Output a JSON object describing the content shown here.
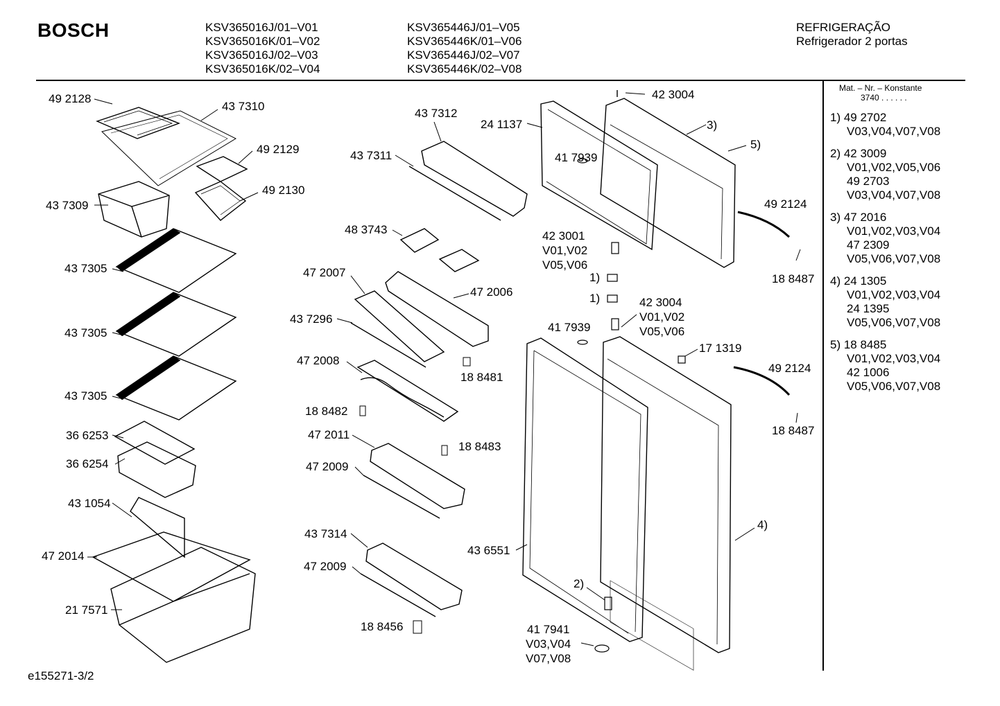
{
  "header": {
    "brand": "BOSCH",
    "models_col1": [
      "KSV365016J/01–V01",
      "KSV365016K/01–V02",
      "KSV365016J/02–V03",
      "KSV365016K/02–V04"
    ],
    "models_col2": [
      "KSV365446J/01–V05",
      "KSV365446K/01–V06",
      "KSV365446J/02–V07",
      "KSV365446K/02–V08"
    ],
    "category": "REFRIGERAÇÃO",
    "subcategory": "Refrigerador 2 portas"
  },
  "sidebar": {
    "header_line1": "Mat. – Nr. – Konstante",
    "header_line2": "3740  .  .  .  .  .  .",
    "groups": [
      {
        "lines": [
          "1) 49 2702",
          "V03,V04,V07,V08"
        ]
      },
      {
        "lines": [
          "2) 42 3009",
          "V01,V02,V05,V06",
          "49 2703",
          "V03,V04,V07,V08"
        ]
      },
      {
        "lines": [
          "3) 47 2016",
          "V01,V02,V03,V04",
          "47 2309",
          "V05,V06,V07,V08"
        ]
      },
      {
        "lines": [
          "4) 24 1305",
          "V01,V02,V03,V04",
          "24 1395",
          "V05,V06,V07,V08"
        ]
      },
      {
        "lines": [
          "5) 18 8485",
          "V01,V02,V03,V04",
          "42 1006",
          "V05,V06,V07,V08"
        ]
      }
    ]
  },
  "labels": [
    "49 2128",
    "43 7310",
    "49 2129",
    "49 2130",
    "43 7309",
    "43 7305",
    "43 7305",
    "43 7305",
    "36 6253",
    "36 6254",
    "43 1054",
    "47 2014",
    "21 7571",
    "43 7312",
    "43 7311",
    "48 3743",
    "47 2007",
    "47 2006",
    "43 7296",
    "47 2008",
    "18 8481",
    "18 8482",
    "47 2011",
    "18 8483",
    "47 2009",
    "43 7314",
    "47 2009",
    "18 8456",
    "24 1137",
    "42 3004",
    "3)",
    "5)",
    "41 7939",
    "49 2124",
    "18 8487",
    "42 3001",
    "V01,V02",
    "V05,V06",
    "1)",
    "1)",
    "42 3004",
    "V01,V02",
    "V05,V06",
    "41 7939",
    "17 1319",
    "49 2124",
    "18 8487",
    "4)",
    "43 6551",
    "2)",
    "41 7941",
    "V03,V04",
    "V07,V08"
  ],
  "footer": "e155271-3/2"
}
